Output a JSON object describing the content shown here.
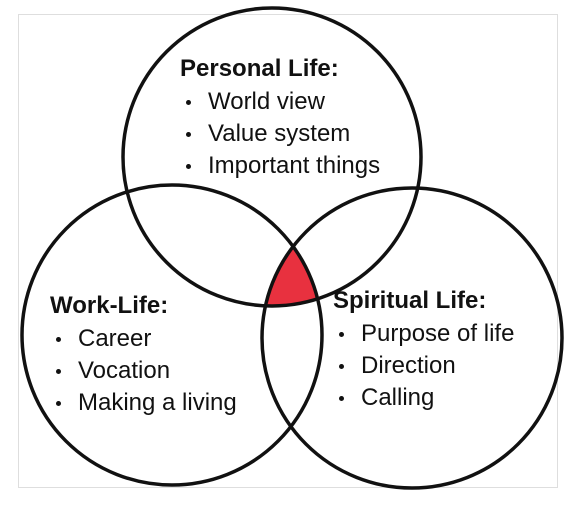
{
  "colors": {
    "circle_stroke": "#111111",
    "intersection_fill": "#e8313f",
    "frame_border": "#dedede",
    "background": "#ffffff"
  },
  "sets": {
    "personal": {
      "title": "Personal Life:",
      "items": [
        "World view",
        "Value system",
        "Important things"
      ]
    },
    "work": {
      "title": "Work-Life:",
      "items": [
        "Career",
        "Vocation",
        "Making a living"
      ]
    },
    "spiritual": {
      "title": "Spiritual Life:",
      "items": [
        "Purpose of life",
        "Direction",
        "Calling"
      ]
    }
  }
}
